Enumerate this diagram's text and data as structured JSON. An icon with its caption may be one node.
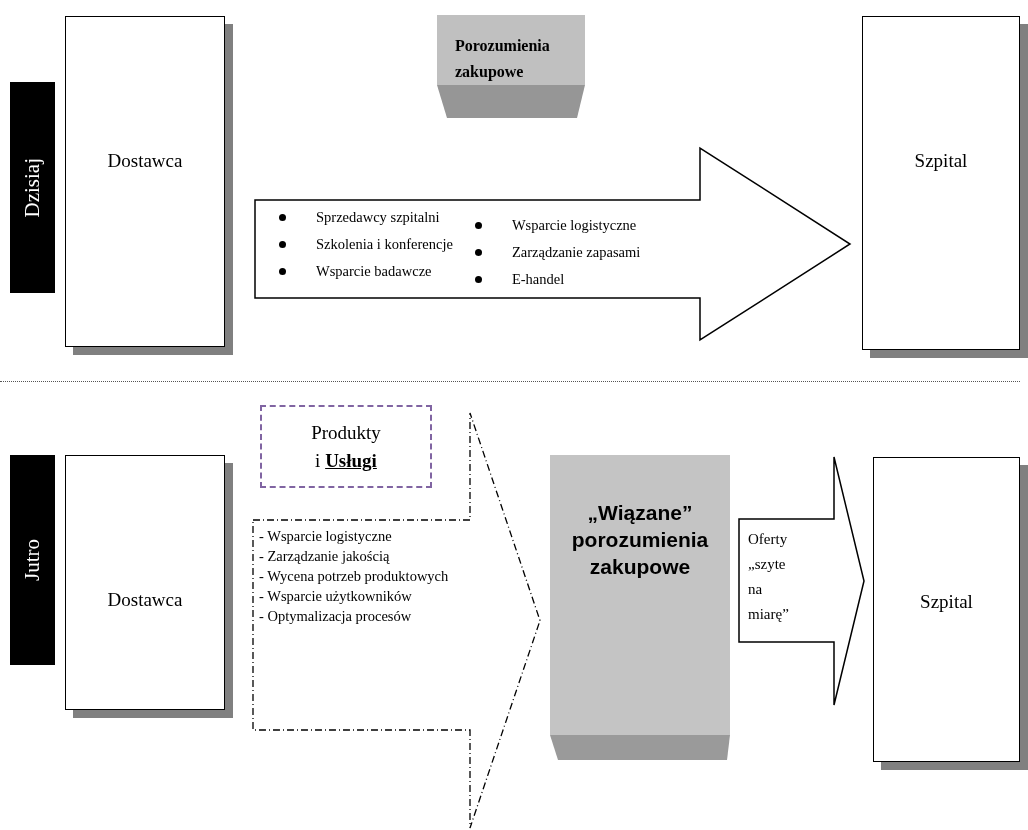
{
  "diagram": {
    "nodes": [
      {
        "text": [
          "Dzisiaj"
        ]
      },
      {
        "text": [
          "Dostawca"
        ]
      },
      {
        "text": [
          "Porozumienia zakupowe"
        ]
      },
      {
        "text": [
          "Sprzedawcy szpitalni",
          "Szkolenia i konferencje",
          "Wsparcie badawcze",
          "Wsparcie logistyczne",
          "Zarządzanie zapasami",
          "E-handel"
        ]
      },
      {
        "text": [
          "Szpital"
        ]
      },
      {
        "text": [
          "Jutro"
        ]
      },
      {
        "text": [
          "Dostawca"
        ]
      },
      {
        "text": [
          "Produkty i **Usługi**"
        ]
      },
      {
        "text": [
          "- Wsparcie logistyczne",
          "- Zarządzanie jakością",
          "- Wycena potrzeb produktowych",
          "- Wsparcie użytkowników",
          "- Optymalizacja procesów"
        ]
      },
      {
        "text": [
          "„Wiązane” porozumienia zakupowe"
        ]
      },
      {
        "text": [
          "Oferty „szyte na miarę”"
        ]
      },
      {
        "text": [
          "Szpital"
        ]
      }
    ],
    "edges": [
      {
        "from": 1,
        "to": 4,
        "arrow": "to"
      },
      {
        "from": 6,
        "to": 9,
        "arrow": "to",
        "style": "dashed"
      },
      {
        "from": 9,
        "to": 11,
        "arrow": "to"
      }
    ]
  }
}
